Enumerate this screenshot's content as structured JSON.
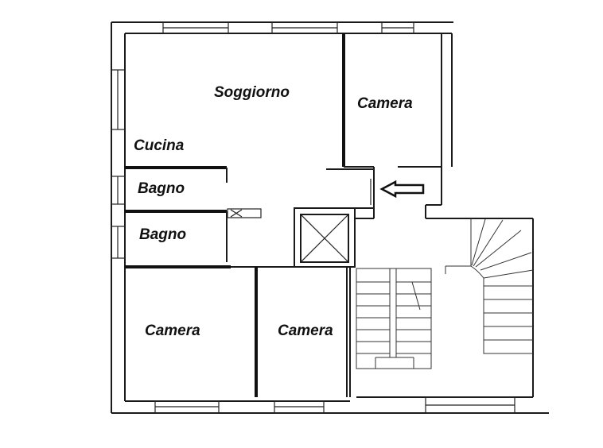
{
  "plan": {
    "rooms": [
      {
        "id": "soggiorno",
        "label": "Soggiorno"
      },
      {
        "id": "camera-top",
        "label": "Camera"
      },
      {
        "id": "cucina",
        "label": "Cucina"
      },
      {
        "id": "bagno-1",
        "label": "Bagno"
      },
      {
        "id": "bagno-2",
        "label": "Bagno"
      },
      {
        "id": "camera-bottom-left",
        "label": "Camera"
      },
      {
        "id": "camera-bottom-middle",
        "label": "Camera"
      }
    ],
    "colors": {
      "ink": "#111111",
      "paper": "#ffffff"
    },
    "icons": {
      "entrance": "arrow-left-icon",
      "elevator": "elevator-shaft-icon"
    }
  }
}
